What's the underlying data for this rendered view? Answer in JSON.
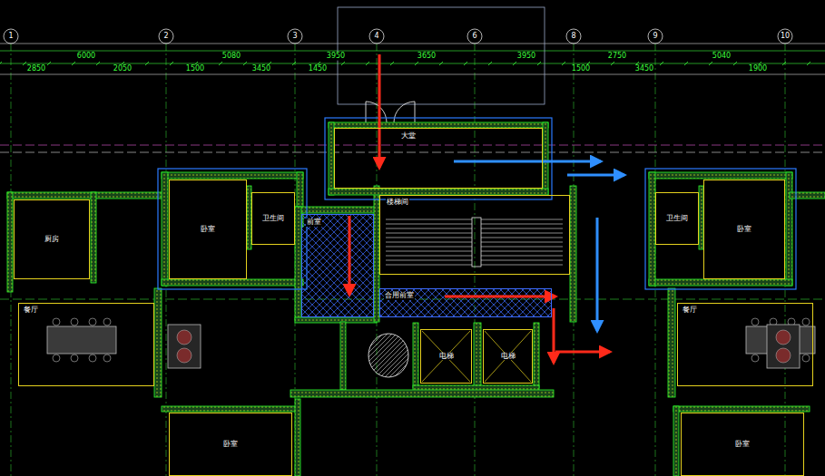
{
  "diagram": {
    "nodes": [
      {
        "text": [
          "大堂"
        ]
      },
      {
        "text": [
          "前室"
        ]
      },
      {
        "text": [
          "楼梯间"
        ]
      },
      {
        "text": [
          "合用前室"
        ]
      },
      {
        "text": [
          "电梯"
        ]
      },
      {
        "text": [
          "电梯"
        ]
      },
      {
        "text": [
          "卧室"
        ]
      },
      {
        "text": [
          "卫生间"
        ]
      },
      {
        "text": [
          "卫生间"
        ]
      },
      {
        "text": [
          "卧室"
        ]
      },
      {
        "text": [
          "厨房"
        ]
      },
      {
        "text": [
          "餐厅"
        ]
      },
      {
        "text": [
          "餐厅"
        ]
      },
      {
        "text": [
          "卧室"
        ]
      },
      {
        "text": [
          "卧室"
        ]
      }
    ],
    "labels": [
      "1",
      "2",
      "3",
      "4",
      "6",
      "8",
      "9",
      "10",
      "6000",
      "5080",
      "3950",
      "3650",
      "3950",
      "2750",
      "5040",
      "2850",
      "2050",
      "1500",
      "3450",
      "1450",
      "1500",
      "3450",
      "1900"
    ]
  }
}
